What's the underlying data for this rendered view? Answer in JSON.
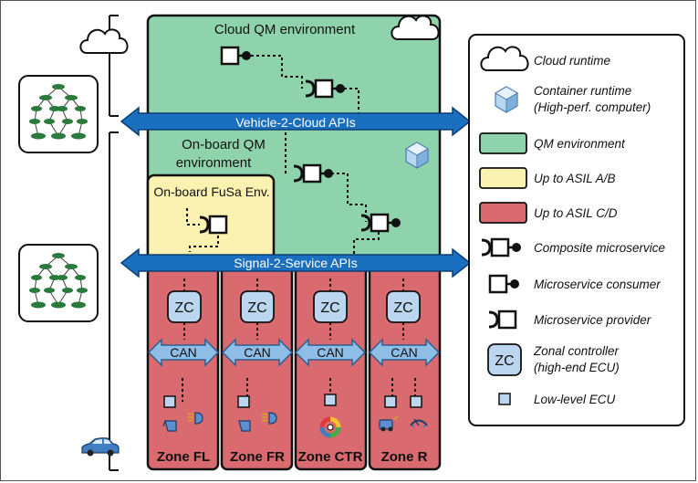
{
  "environments": {
    "cloud_qm": "Cloud QM environment",
    "onboard_qm_line1": "On-board QM",
    "onboard_qm_line2": "environment",
    "onboard_fusa": "On-board FuSa Env."
  },
  "buses": {
    "vehicle_to_cloud": "Vehicle-2-Cloud APIs",
    "signal_to_service": "Signal-2-Service APIs"
  },
  "zones": [
    {
      "label": "Zone FL",
      "controller": "ZC",
      "bus": "CAN"
    },
    {
      "label": "Zone FR",
      "controller": "ZC",
      "bus": "CAN"
    },
    {
      "label": "Zone CTR",
      "controller": "ZC",
      "bus": "CAN"
    },
    {
      "label": "Zone R",
      "controller": "ZC",
      "bus": "CAN"
    }
  ],
  "legend": {
    "items": [
      {
        "label": "Cloud runtime",
        "icon": "cloud-icon"
      },
      {
        "label": "Container runtime",
        "label2": "(High-perf. computer)",
        "icon": "cube-icon"
      },
      {
        "label": "QM environment",
        "icon": "green-swatch",
        "color": "#8fd3ad"
      },
      {
        "label": "Up to ASIL A/B",
        "icon": "yellow-swatch",
        "color": "#fbf1b0"
      },
      {
        "label": "Up to ASIL C/D",
        "icon": "red-swatch",
        "color": "#d96a6f"
      },
      {
        "label": "Composite microservice",
        "icon": "composite-microservice-icon"
      },
      {
        "label": "Microservice consumer",
        "icon": "consumer-icon"
      },
      {
        "label": "Microservice provider",
        "icon": "provider-icon"
      },
      {
        "label": "Zonal controller",
        "label2": "(high-end ECU)",
        "icon": "zc-icon",
        "text": "ZC"
      },
      {
        "label": "Low-level ECU",
        "icon": "ecu-icon"
      }
    ]
  },
  "colors": {
    "qm_green": "#8fd3ad",
    "fusa_yellow": "#fbf1b0",
    "asil_red": "#d96a6f",
    "bus_blue": "#1a6fbe",
    "zc_blue": "#bcd6ef",
    "can_blue": "#8ebde6"
  }
}
